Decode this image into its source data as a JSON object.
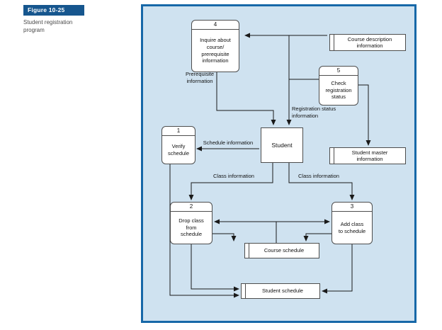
{
  "figure": {
    "tab_label": "Figure 10-25",
    "caption": "Student registration program"
  },
  "colors": {
    "frame_border": "#1768a8",
    "frame_fill": "#cfe2f0",
    "tab_bg": "#16568e",
    "line": "#1a1a1a",
    "node_fill": "#ffffff"
  },
  "diagram": {
    "entity": {
      "label": "Student"
    },
    "processes": [
      {
        "number": "1",
        "label": "Verify\nschedule"
      },
      {
        "number": "2",
        "label": "Drop class\nfrom\nschedule"
      },
      {
        "number": "3",
        "label": "Add class\nto schedule"
      },
      {
        "number": "4",
        "label": "Inquire about\ncourse/\nprerequisite\ninformation"
      },
      {
        "number": "5",
        "label": "Check\nregistration\nstatus"
      }
    ],
    "data_stores": [
      {
        "label": "Course description\ninformation"
      },
      {
        "label": "Student master\ninformation"
      },
      {
        "label": "Course schedule"
      },
      {
        "label": "Student schedule"
      }
    ],
    "flow_labels": [
      {
        "label": "Prerequisite\ninformation"
      },
      {
        "label": "Registration status\ninformation"
      },
      {
        "label": "Schedule information"
      },
      {
        "label": "Class information"
      },
      {
        "label": "Class information"
      }
    ]
  }
}
